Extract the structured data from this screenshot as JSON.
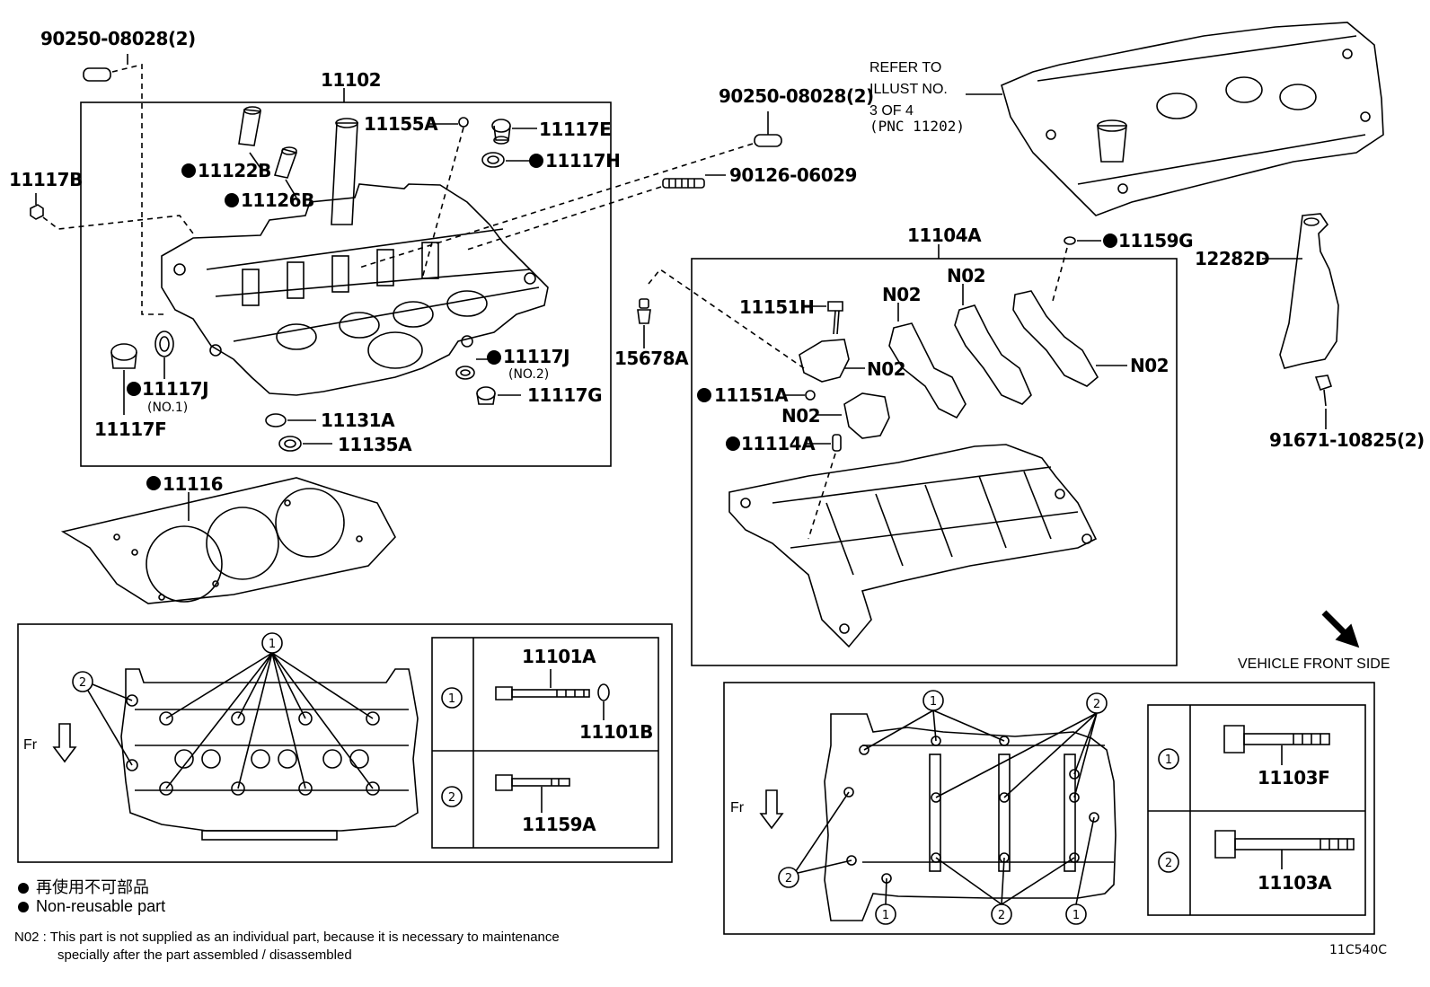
{
  "labels": {
    "p90250_top_left": "90250-08028(2)",
    "p11102": "11102",
    "p11155A": "11155A",
    "p11117E": "11117E",
    "p11117H": "11117H",
    "p11122B": "11122B",
    "p11126B": "11126B",
    "p11117B": "11117B",
    "p90250_mid": "90250-08028(2)",
    "p90126": "90126-06029",
    "p11117J_no2": "11117J",
    "no2": "(NO.2)",
    "p11117G": "11117G",
    "p11117J_no1": "11117J",
    "no1": "(NO.1)",
    "p11117F": "11117F",
    "p11131A": "11131A",
    "p11135A": "11135A",
    "p11116": "11116",
    "refer1": "REFER TO",
    "refer2": "ILLUST NO.",
    "refer3": "3 OF 4",
    "refer4": "(PNC 11202)",
    "p11104A": "11104A",
    "p11159G": "11159G",
    "p12282D": "12282D",
    "p11151H": "11151H",
    "n02_a": "N02",
    "n02_b": "N02",
    "n02_c": "N02",
    "n02_d": "N02",
    "n02_e": "N02",
    "p15678A": "15678A",
    "p11151A": "11151A",
    "p11114A": "11114A",
    "p91671": "91671-10825(2)",
    "vehicle_front": "VEHICLE FRONT SIDE",
    "fr_left": "Fr",
    "fr_right": "Fr",
    "p11101A": "11101A",
    "p11101B": "11101B",
    "p11159A": "11159A",
    "p11103F": "11103F",
    "p11103A": "11103A",
    "c1": "1",
    "c2": "2",
    "code": "11C540C"
  },
  "legend": {
    "jp": "再使用不可部品",
    "en": "Non-reusable part"
  },
  "note": {
    "line1": "N02 : This part is not supplied as an individual part, because it is necessary to maintenance",
    "line2": "specially after the part assembled / disassembled"
  }
}
